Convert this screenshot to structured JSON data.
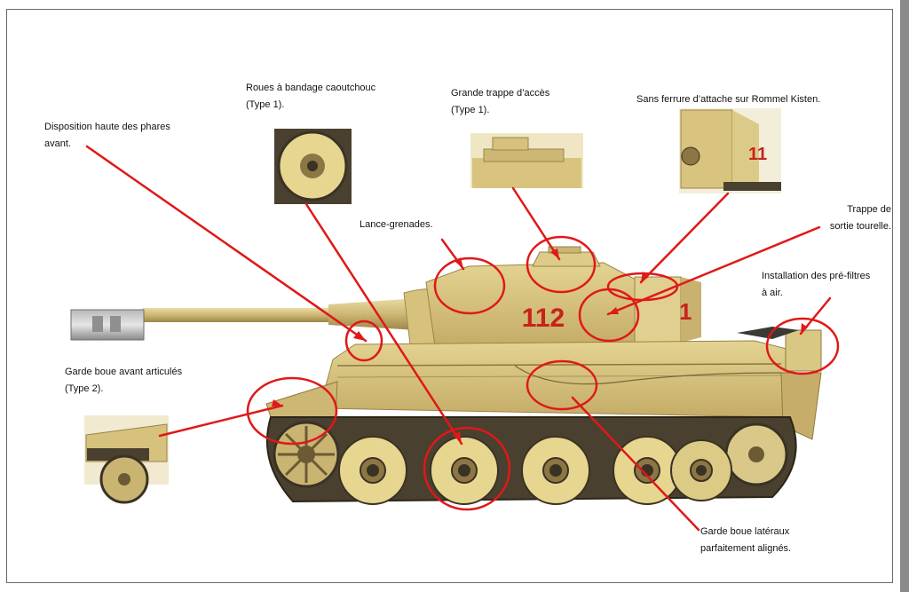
{
  "hull_number": "112",
  "turret_side_mark": "1",
  "box_mark": "11",
  "colors": {
    "callout": "#e01818",
    "camo": "#d8c47e",
    "camo_dark": "#a8904c",
    "track": "#3a3224",
    "wheel": "#e6d690",
    "marking": "#c8221c"
  },
  "callouts": [
    {
      "id": "headlights",
      "lines": [
        "Disposition haute des phares",
        "avant."
      ]
    },
    {
      "id": "road-wheels",
      "lines": [
        "Roues à bandage caoutchouc",
        "(Type 1)."
      ]
    },
    {
      "id": "access-hatch",
      "lines": [
        "Grande trappe d’accès",
        "(Type 1)."
      ]
    },
    {
      "id": "rommel-kisten",
      "lines": [
        "Sans ferrure d’attache sur Rommel Kisten."
      ]
    },
    {
      "id": "turret-hatch",
      "lines": [
        "Trappe de",
        "sortie tourelle."
      ]
    },
    {
      "id": "grenade-launcher",
      "lines": [
        "Lance-grenades."
      ]
    },
    {
      "id": "air-prefilters",
      "lines": [
        "Installation des pré-filtres",
        "à air."
      ]
    },
    {
      "id": "front-fenders",
      "lines": [
        "Garde boue avant articulés",
        "(Type 2)."
      ]
    },
    {
      "id": "side-fenders",
      "lines": [
        "Garde boue latéraux",
        "parfaitement alignés."
      ]
    }
  ]
}
